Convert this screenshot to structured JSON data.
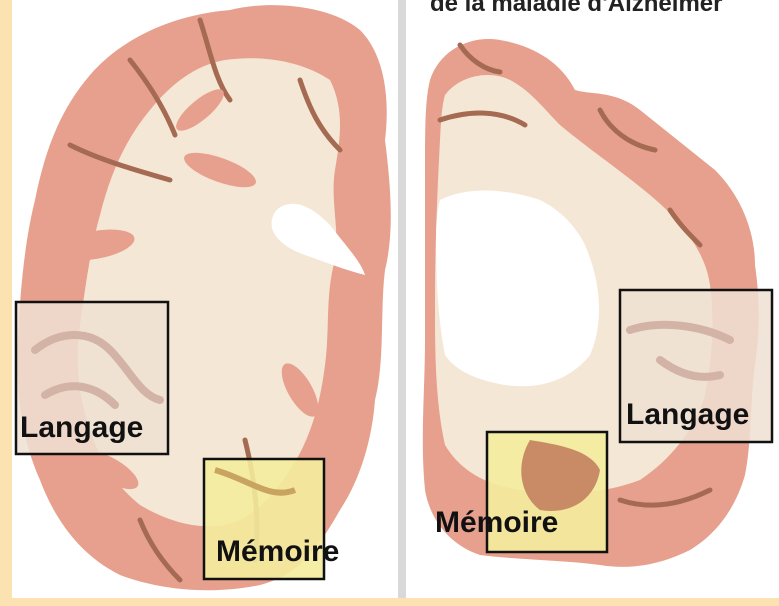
{
  "right_panel": {
    "title": "de la maladie d'Alzheimer"
  },
  "left_brain": {
    "labels": {
      "language": "Langage",
      "memory": "Mémoire"
    }
  },
  "right_brain": {
    "labels": {
      "language": "Langage",
      "memory": "Mémoire"
    }
  },
  "colors": {
    "background": "#fbe2b0",
    "cortex": "#e7a08d",
    "white_matter": "#f5e7d5",
    "sulcus": "#a56a52",
    "memory_region": "#f4ec9c",
    "language_region": "#efe0d2"
  }
}
